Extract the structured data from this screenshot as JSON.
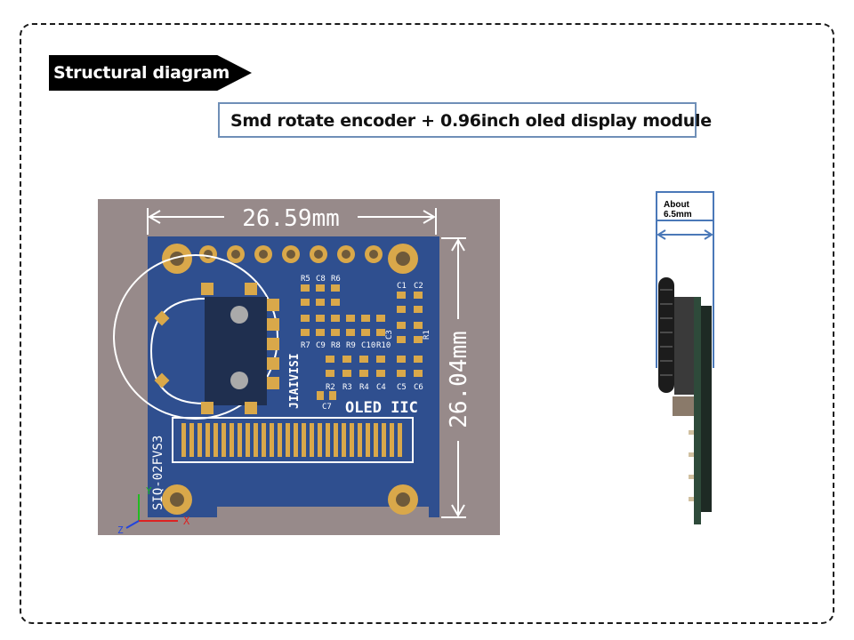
{
  "section_tag": "Structural diagram",
  "title": "Smd rotate encoder + 0.96inch oled display module",
  "board": {
    "width_label": "26.59mm",
    "height_label": "26.04mm",
    "silk_brand": "JIAIVISI",
    "silk_oled": "OLED IIC",
    "silk_part": "SIQ-02FVS3",
    "components": [
      "R5",
      "C8",
      "R6",
      "C1",
      "C2",
      "R7",
      "C9",
      "R8",
      "R9",
      "C10",
      "R10",
      "C3",
      "R1",
      "R2",
      "R3",
      "R4",
      "C4",
      "C5",
      "C6",
      "C7"
    ],
    "axes": [
      "Y",
      "X",
      "Z"
    ]
  },
  "side_view": {
    "thickness_label_line1": "About",
    "thickness_label_line2": "6.5mm"
  },
  "colors": {
    "board": "#2f4f8f",
    "pad": "#d9a84a",
    "background_plate": "#978a8a",
    "dimension": "#ffffff"
  }
}
